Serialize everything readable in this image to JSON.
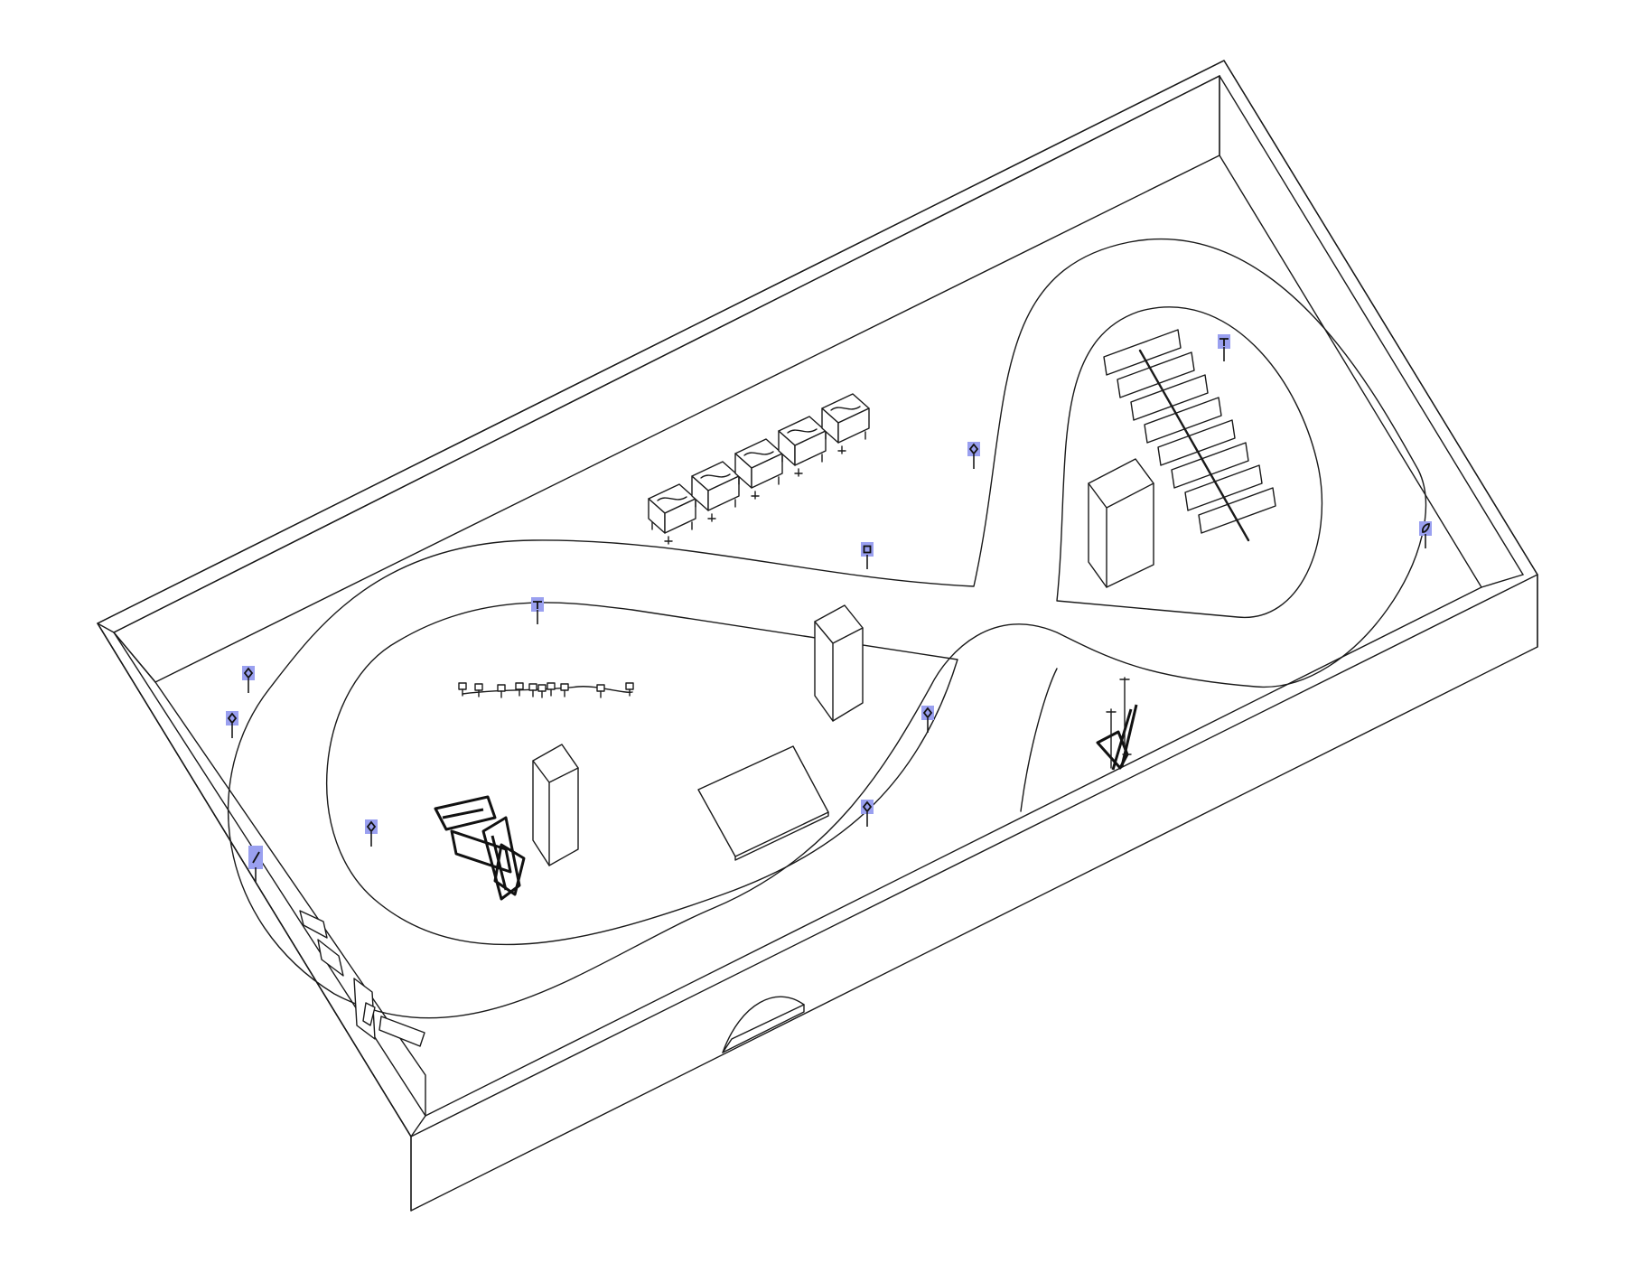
{
  "diagram": {
    "kind": "axonometric exhibition floor plan",
    "style": {
      "line_color": "#1a1a1a",
      "marker_color": "#9aa0f0",
      "background": "#ffffff"
    },
    "elements": {
      "enclosure": "perimeter-wall",
      "path": "figure-eight-walkway",
      "volumes": [
        "tower-volume-left",
        "tower-volume-center",
        "tower-volume-right"
      ],
      "plinth": "flat-plinth",
      "vitrines": 5,
      "panels": 8,
      "entrance": "entrance-arch"
    },
    "markers": [
      {
        "id": "marker-1",
        "glyph": "t-icon"
      },
      {
        "id": "marker-2",
        "glyph": "diamond-icon"
      },
      {
        "id": "marker-3",
        "glyph": "square-icon"
      },
      {
        "id": "marker-4",
        "glyph": "t-icon"
      },
      {
        "id": "marker-5",
        "glyph": "leaf-icon"
      },
      {
        "id": "marker-6",
        "glyph": "diamond-icon"
      },
      {
        "id": "marker-7",
        "glyph": "diamond-icon"
      },
      {
        "id": "marker-8",
        "glyph": "slash-icon"
      },
      {
        "id": "marker-9",
        "glyph": "diamond-icon"
      },
      {
        "id": "marker-10",
        "glyph": "diamond-icon"
      },
      {
        "id": "marker-11",
        "glyph": "diamond-icon"
      }
    ]
  }
}
